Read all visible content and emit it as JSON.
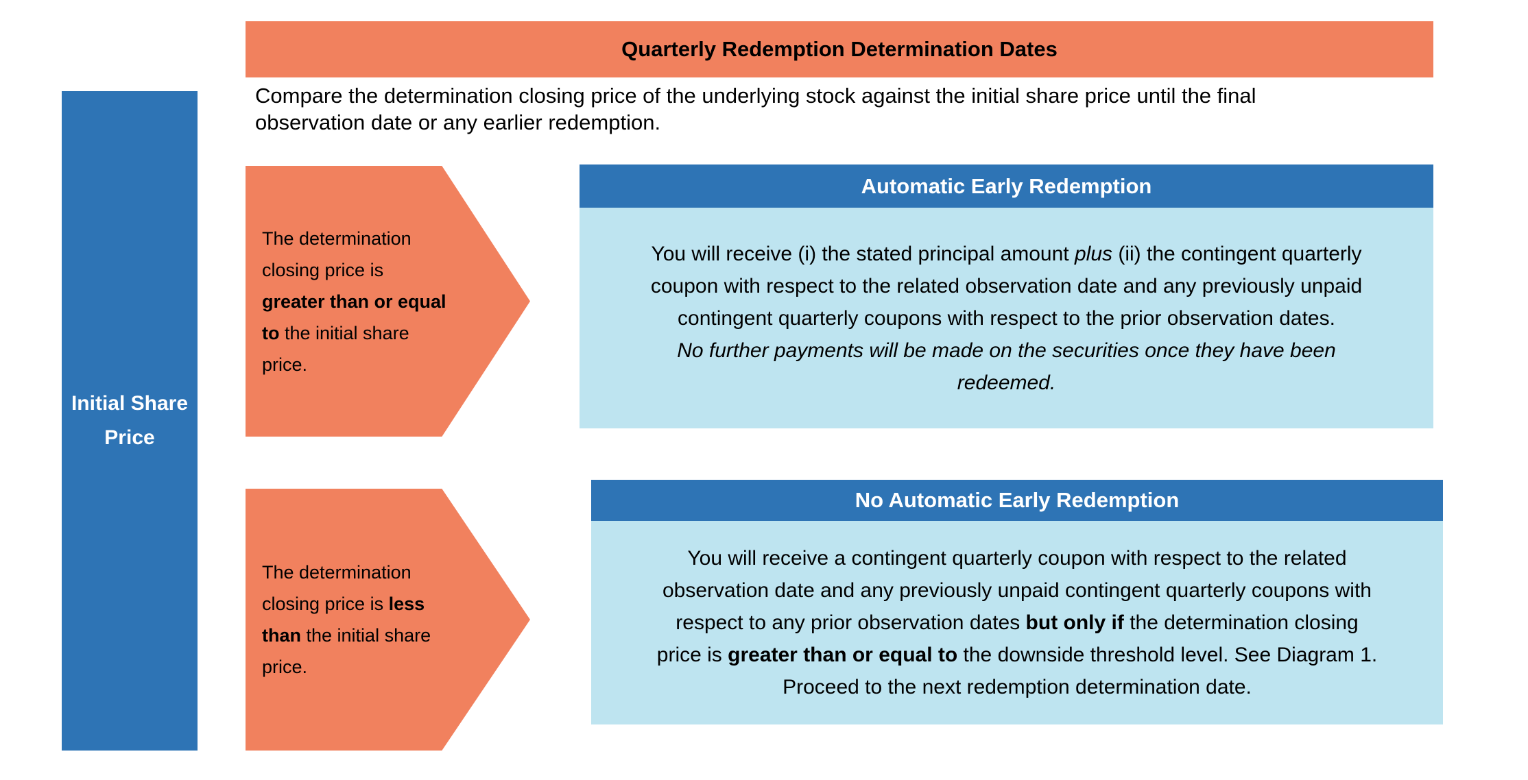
{
  "theme": {
    "orange": "#F1815E",
    "blue": "#2E74B5",
    "light_blue": "#BEE4F0",
    "body_text": "#000000",
    "header_text": "#FFFFFF"
  },
  "banner": {
    "title": "Quarterly Redemption Determination Dates"
  },
  "intro": {
    "lines": [
      [
        {
          "t": "Compare the determination closing price of the underlying stock against the initial share price until the final"
        }
      ],
      [
        {
          "t": "observation date or any earlier redemption."
        }
      ]
    ]
  },
  "initial_share_price_box": {
    "label": "Initial Share Price"
  },
  "arrows": {
    "greater_equal": {
      "lines": [
        [
          {
            "t": "The determination"
          }
        ],
        [
          {
            "t": "closing price is"
          }
        ],
        [
          {
            "t": "greater than or equal",
            "b": true
          }
        ],
        [
          {
            "t": "to",
            "b": true
          },
          {
            "t": " the initial share"
          }
        ],
        [
          {
            "t": "price."
          }
        ]
      ]
    },
    "less_than": {
      "lines": [
        [
          {
            "t": "The determination"
          }
        ],
        [
          {
            "t": "closing price is "
          },
          {
            "t": "less",
            "b": true
          }
        ],
        [
          {
            "t": "than",
            "b": true
          },
          {
            "t": " the initial share"
          }
        ],
        [
          {
            "t": "price."
          }
        ]
      ]
    }
  },
  "outcomes": {
    "early_redemption": {
      "header": "Automatic Early Redemption",
      "body_lines": [
        [
          {
            "t": "You will receive (i) the stated principal amount "
          },
          {
            "t": "plus",
            "i": true
          },
          {
            "t": " (ii) the contingent quarterly"
          }
        ],
        [
          {
            "t": "coupon with respect to the related observation date and any previously unpaid"
          }
        ],
        [
          {
            "t": "contingent quarterly coupons with respect to the prior observation dates."
          }
        ],
        [
          {
            "t": "No further payments will be made on the securities once they have been",
            "i": true
          }
        ],
        [
          {
            "t": "redeemed.",
            "i": true
          }
        ]
      ]
    },
    "no_early_redemption": {
      "header": "No Automatic Early Redemption",
      "body_lines": [
        [
          {
            "t": "You will receive a contingent quarterly coupon with respect to the related"
          }
        ],
        [
          {
            "t": "observation date and any previously unpaid contingent quarterly coupons with"
          }
        ],
        [
          {
            "t": "respect to any prior observation dates "
          },
          {
            "t": "but only if",
            "b": true
          },
          {
            "t": " the determination closing"
          }
        ],
        [
          {
            "t": "price is "
          },
          {
            "t": "greater than or equal to",
            "b": true
          },
          {
            "t": " the downside threshold level. See Diagram 1."
          }
        ],
        [
          {
            "t": "Proceed to the next redemption determination date."
          }
        ]
      ]
    }
  }
}
